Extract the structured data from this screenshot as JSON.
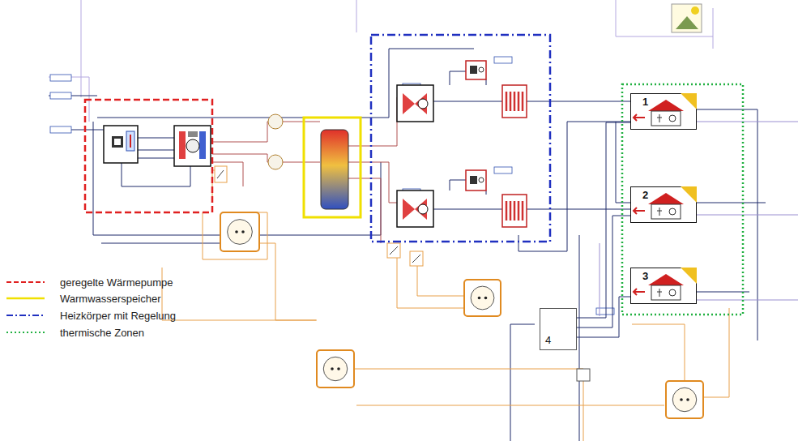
{
  "diagram": {
    "nodes": [
      {
        "text": [
          "1"
        ]
      },
      {
        "text": [
          "2"
        ]
      },
      {
        "text": [
          "3"
        ]
      },
      {
        "text": [
          "4"
        ]
      }
    ],
    "edges": [
      {
        "from": 0,
        "to": 3,
        "arrow": "none"
      },
      {
        "from": 1,
        "to": 3,
        "arrow": "none"
      },
      {
        "from": 2,
        "to": 3,
        "arrow": "none"
      }
    ],
    "legend": [
      {
        "text": "geregelte Wärmepumpe"
      },
      {
        "text": "Warmwasserspeicher"
      },
      {
        "text": "Heizkörper mit Regelung"
      },
      {
        "text": "thermische Zonen"
      }
    ]
  }
}
